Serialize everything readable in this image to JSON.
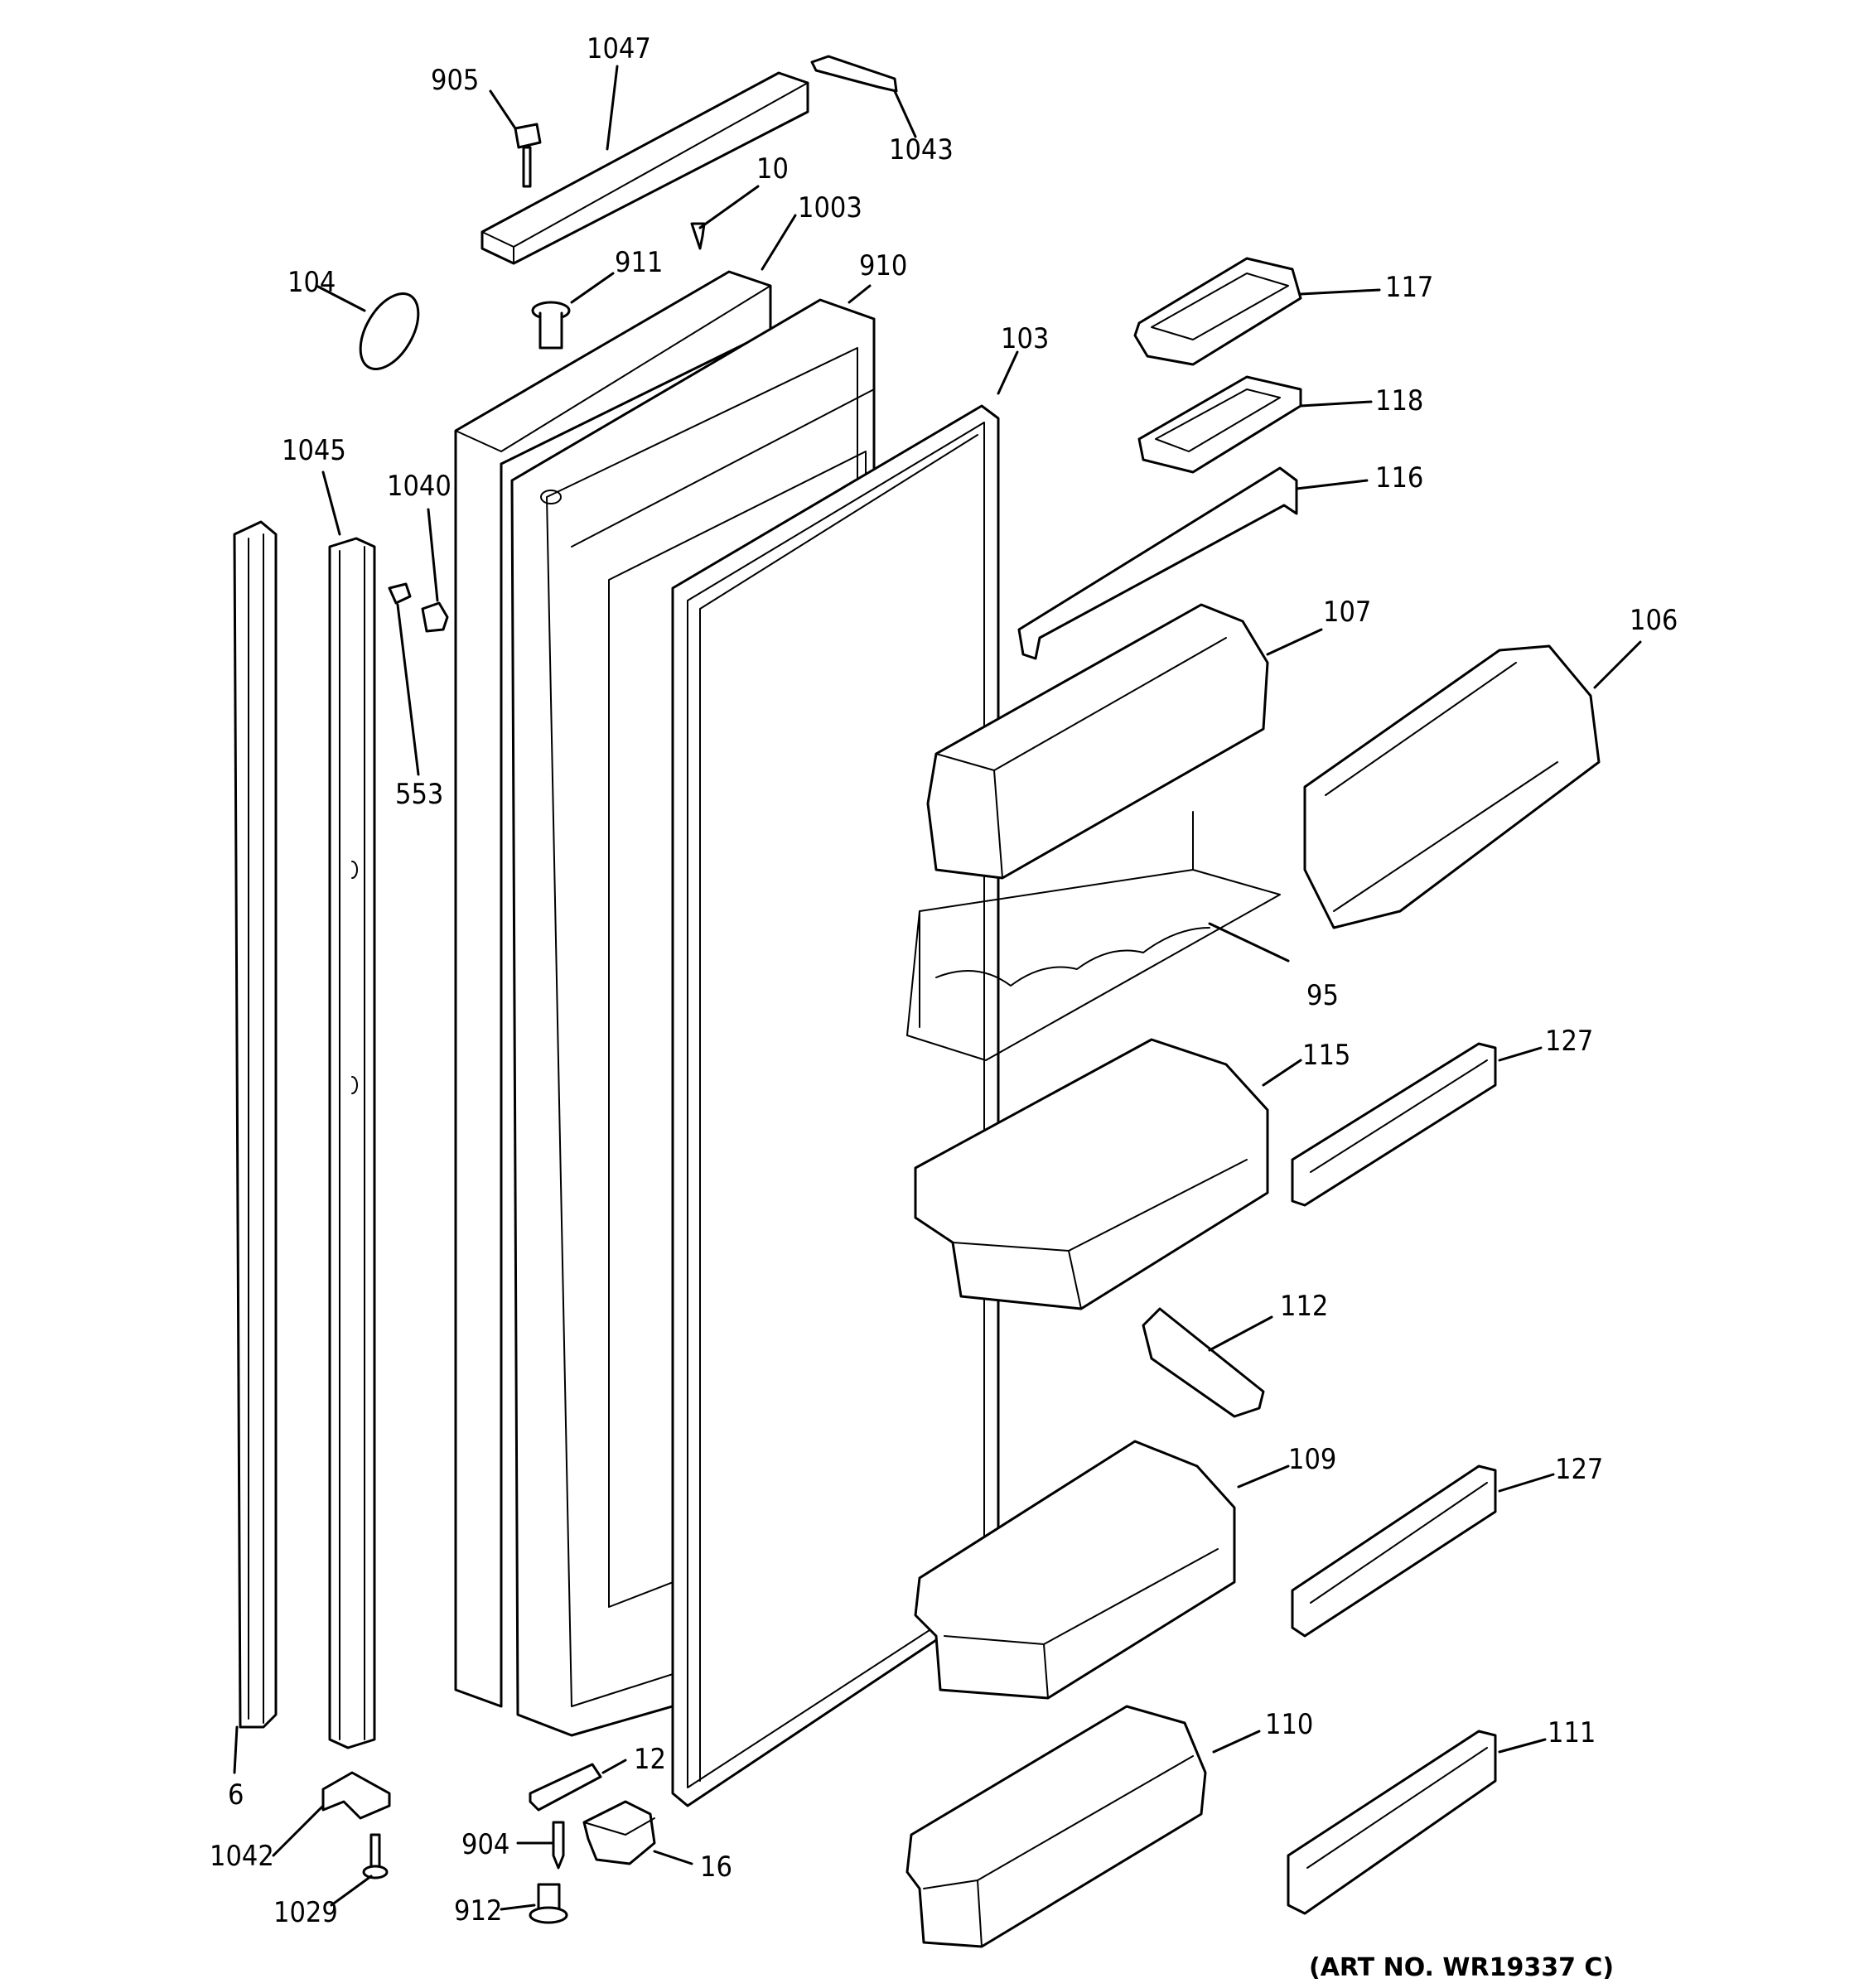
{
  "diagram": {
    "art_number": "(ART NO. WR19337 C)",
    "callouts": {
      "p905": "905",
      "p1047": "1047",
      "p1043": "1043",
      "p10": "10",
      "p1003": "1003",
      "p911": "911",
      "p910": "910",
      "p104": "104",
      "p103": "103",
      "p117": "117",
      "p118": "118",
      "p116": "116",
      "p1045": "1045",
      "p1040": "1040",
      "p107": "107",
      "p106": "106",
      "p553": "553",
      "p95": "95",
      "p115": "115",
      "p127a": "127",
      "p112": "112",
      "p109": "109",
      "p127b": "127",
      "p110": "110",
      "p111": "111",
      "p12": "12",
      "p6": "6",
      "p904": "904",
      "p16": "16",
      "p1042": "1042",
      "p1029": "1029",
      "p912": "912"
    }
  }
}
